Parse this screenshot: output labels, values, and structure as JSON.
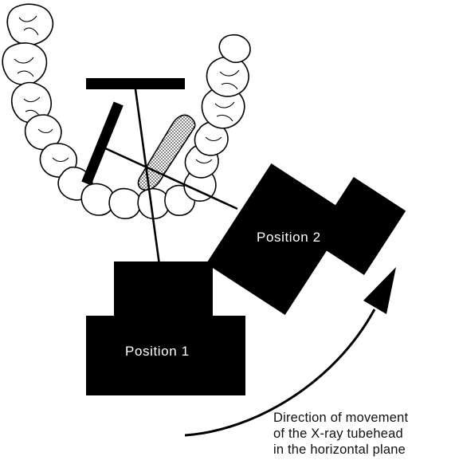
{
  "diagram": {
    "position_1_label": "Position 1",
    "position_2_label": "Position 2",
    "caption_lines": [
      "Direction of movement",
      "of the X-ray tubehead",
      "in the horizontal plane"
    ]
  },
  "colors": {
    "ink": "#000000",
    "tooth_fill": "#ffffff",
    "crown_stipple": "#555555"
  }
}
